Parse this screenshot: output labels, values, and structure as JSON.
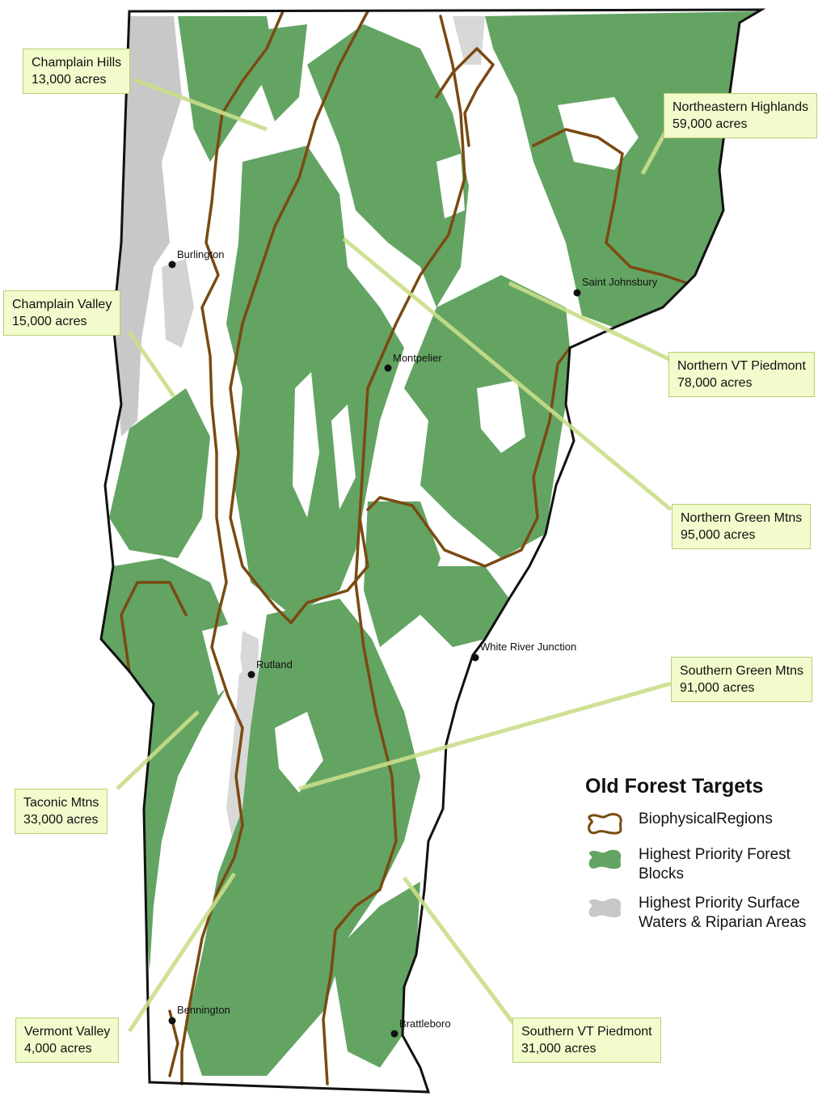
{
  "legend": {
    "title": "Old Forest Targets",
    "items": [
      {
        "label": "BiophysicalRegions",
        "icon": "region-outline-icon"
      },
      {
        "label": "Highest Priority Forest Blocks",
        "icon": "forest-block-icon"
      },
      {
        "label": "Highest Priority Surface Waters & Riparian Areas",
        "icon": "riparian-icon"
      }
    ]
  },
  "regions": [
    {
      "name": "Champlain Hills",
      "acres": "13,000 acres"
    },
    {
      "name": "Northeastern Highlands",
      "acres": "59,000 acres"
    },
    {
      "name": "Champlain Valley",
      "acres": "15,000 acres"
    },
    {
      "name": "Northern VT Piedmont",
      "acres": "78,000 acres"
    },
    {
      "name": "Northern Green Mtns",
      "acres": "95,000 acres"
    },
    {
      "name": "Southern Green Mtns",
      "acres": "91,000 acres"
    },
    {
      "name": "Taconic Mtns",
      "acres": "33,000 acres"
    },
    {
      "name": "Vermont Valley",
      "acres": "4,000 acres"
    },
    {
      "name": "Southern VT Piedmont",
      "acres": "31,000 acres"
    }
  ],
  "cities": [
    "Burlington",
    "Saint Johnsbury",
    "Montpelier",
    "White River Junction",
    "Rutland",
    "Bennington",
    "Brattleboro"
  ],
  "colors": {
    "forest": "#63a463",
    "boundary": "#7a4a12",
    "riparian": "#c8c8c8",
    "state_outline": "#111111",
    "callout_fill": "#f1fbcc",
    "callout_border": "#b9cf74"
  }
}
